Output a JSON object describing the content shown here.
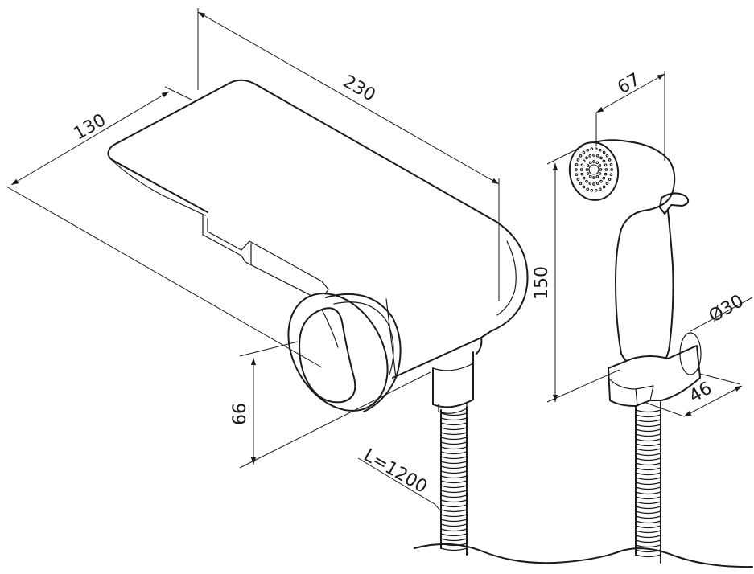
{
  "dimensions": {
    "length": "230",
    "depth": "130",
    "spout_height": "66",
    "handset_width": "67",
    "handset_height": "150",
    "holder_diameter": "Ø30",
    "holder_depth": "46",
    "hose_length": "L=1200"
  }
}
